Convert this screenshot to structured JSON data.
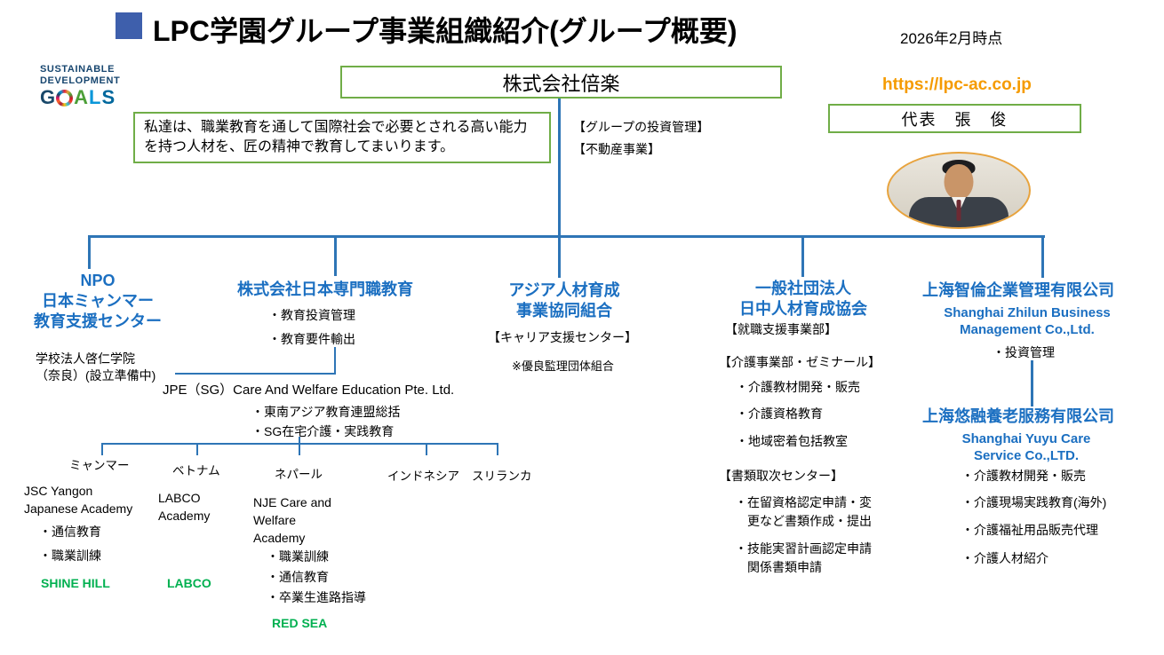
{
  "colors": {
    "accent_blue_text": "#1B6FC1",
    "connector_blue": "#2E75B6",
    "box_border_green": "#70AD47",
    "brand_green": "#00B050",
    "url_orange": "#F59B00",
    "title_square_blue": "#3E5FAC"
  },
  "header": {
    "title": "LPC学園グループ事業組織紹介(グループ概要)",
    "date_note": "2026年2月時点"
  },
  "sdg_logo": {
    "line1": "SUSTAINABLE",
    "line2": "DEVELOPMENT",
    "goals_letters": [
      "G",
      "O",
      "A",
      "L",
      "S"
    ]
  },
  "holding": {
    "name": "株式会社倍楽",
    "roles": [
      "【グループの投資管理】",
      "【不動産事業】"
    ],
    "url": "https://lpc-ac.co.jp",
    "representative": "代表　張　俊",
    "mission": "私達は、職業教育を通して国際社会で必要とされる高い能力を持つ人材を、匠の精神で教育してまいります。"
  },
  "npo": {
    "name_lines": [
      "NPO",
      "日本ミャンマー",
      "教育支援センター"
    ],
    "school_lines": [
      "学校法人啓仁学院",
      "（奈良）(設立準備中)"
    ]
  },
  "jpe": {
    "name": "株式会社日本専門職教育",
    "bullets": [
      "・教育投資管理",
      "・教育要件輸出"
    ],
    "sg_name": "JPE（SG）Care And Welfare Education Pte. Ltd.",
    "sg_bullets": [
      "・東南アジア教育連盟総括",
      "・SG在宅介護・実践教育"
    ]
  },
  "countries": [
    {
      "label": "ミャンマー",
      "org_lines": [
        "JSC Yangon",
        "Japanese Academy"
      ],
      "bullets": [
        "・通信教育",
        "・職業訓練"
      ],
      "brand": "SHINE HILL"
    },
    {
      "label": "ベトナム",
      "org_lines": [
        "LABCO",
        "Academy"
      ],
      "brand": "LABCO"
    },
    {
      "label": "ネパール",
      "org_lines": [
        "NJE Care and",
        "Welfare",
        "Academy"
      ],
      "bullets": [
        "・職業訓練",
        "・通信教育",
        "・卒業生進路指導"
      ],
      "brand": "RED SEA"
    },
    {
      "label": "インドネシア"
    },
    {
      "label": "スリランカ"
    }
  ],
  "asia_coop": {
    "name_lines": [
      "アジア人材育成",
      "事業協同組合"
    ],
    "center": "【キャリア支援センター】",
    "note": "※優良監理団体組合"
  },
  "nitchu": {
    "name_lines": [
      "一般社団法人",
      "日中人材育成協会"
    ],
    "dept_employment": "【就職支援事業部】",
    "dept_care": "【介護事業部・ゼミナール】",
    "care_bullets": [
      "・介護教材開発・販売",
      "・介護資格教育",
      "・地域密着包括教室"
    ],
    "dept_docs": "【書類取次センター】",
    "docs_bullets": [
      "・在留資格認定申請・変更など書類作成・提出",
      "・技能実習計画認定申請関係書類申請"
    ]
  },
  "zhilun": {
    "name_cn": "上海智倫企業管理有限公司",
    "name_en_lines": [
      "Shanghai Zhilun Business",
      "Management Co.,Ltd."
    ],
    "bullets": [
      "・投資管理"
    ]
  },
  "yuyu": {
    "name_cn": "上海悠融養老服務有限公司",
    "name_en_lines": [
      "Shanghai Yuyu Care",
      "Service Co.,LTD."
    ],
    "bullets": [
      "・介護教材開発・販売",
      "・介護現場実践教育(海外)",
      "・介護福祉用品販売代理",
      "・介護人材紹介"
    ]
  }
}
